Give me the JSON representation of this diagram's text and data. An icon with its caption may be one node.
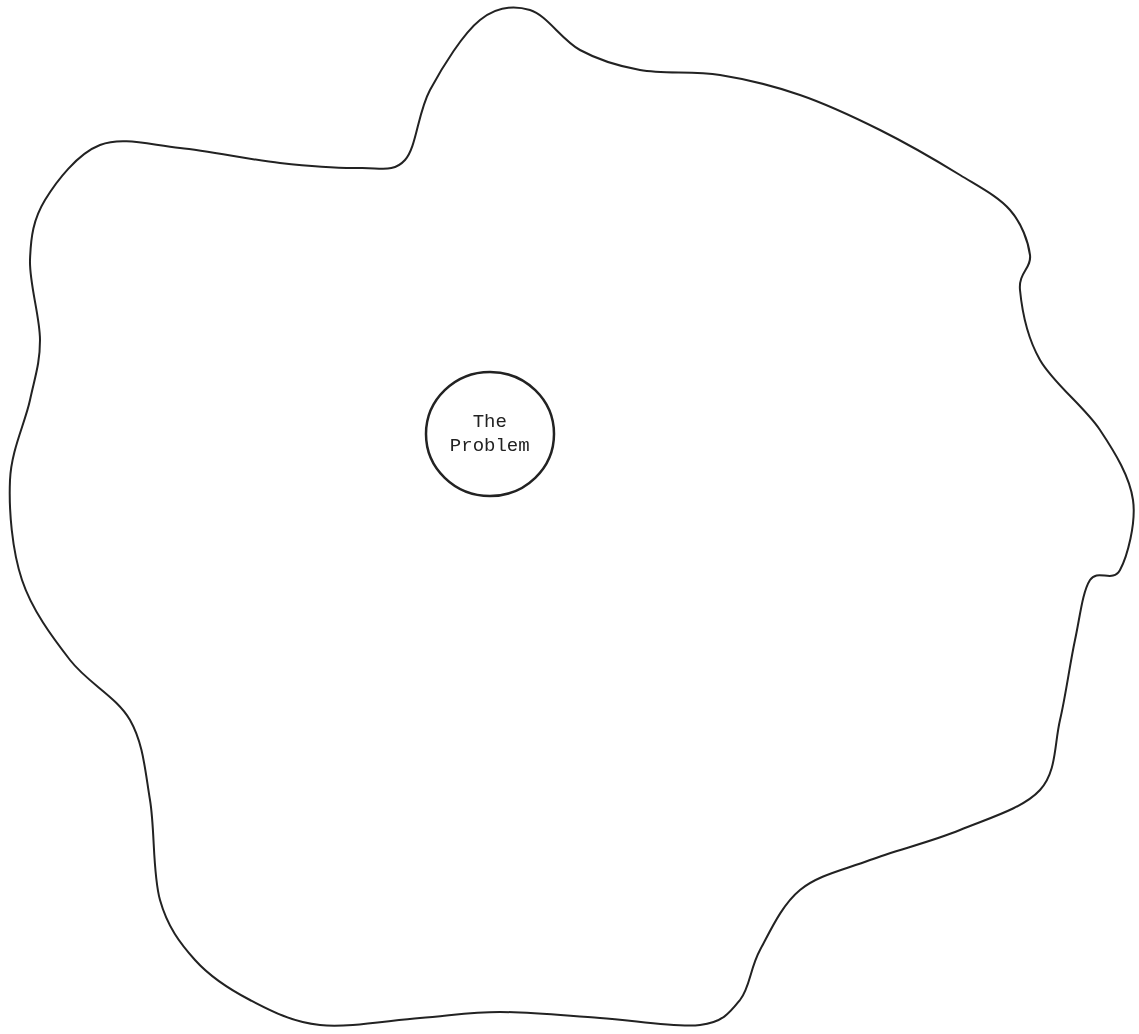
{
  "diagram": {
    "nodes": [
      {
        "text": [],
        "shape": "cloud"
      },
      {
        "text": [
          "The Problem"
        ],
        "in": 0
      }
    ]
  }
}
